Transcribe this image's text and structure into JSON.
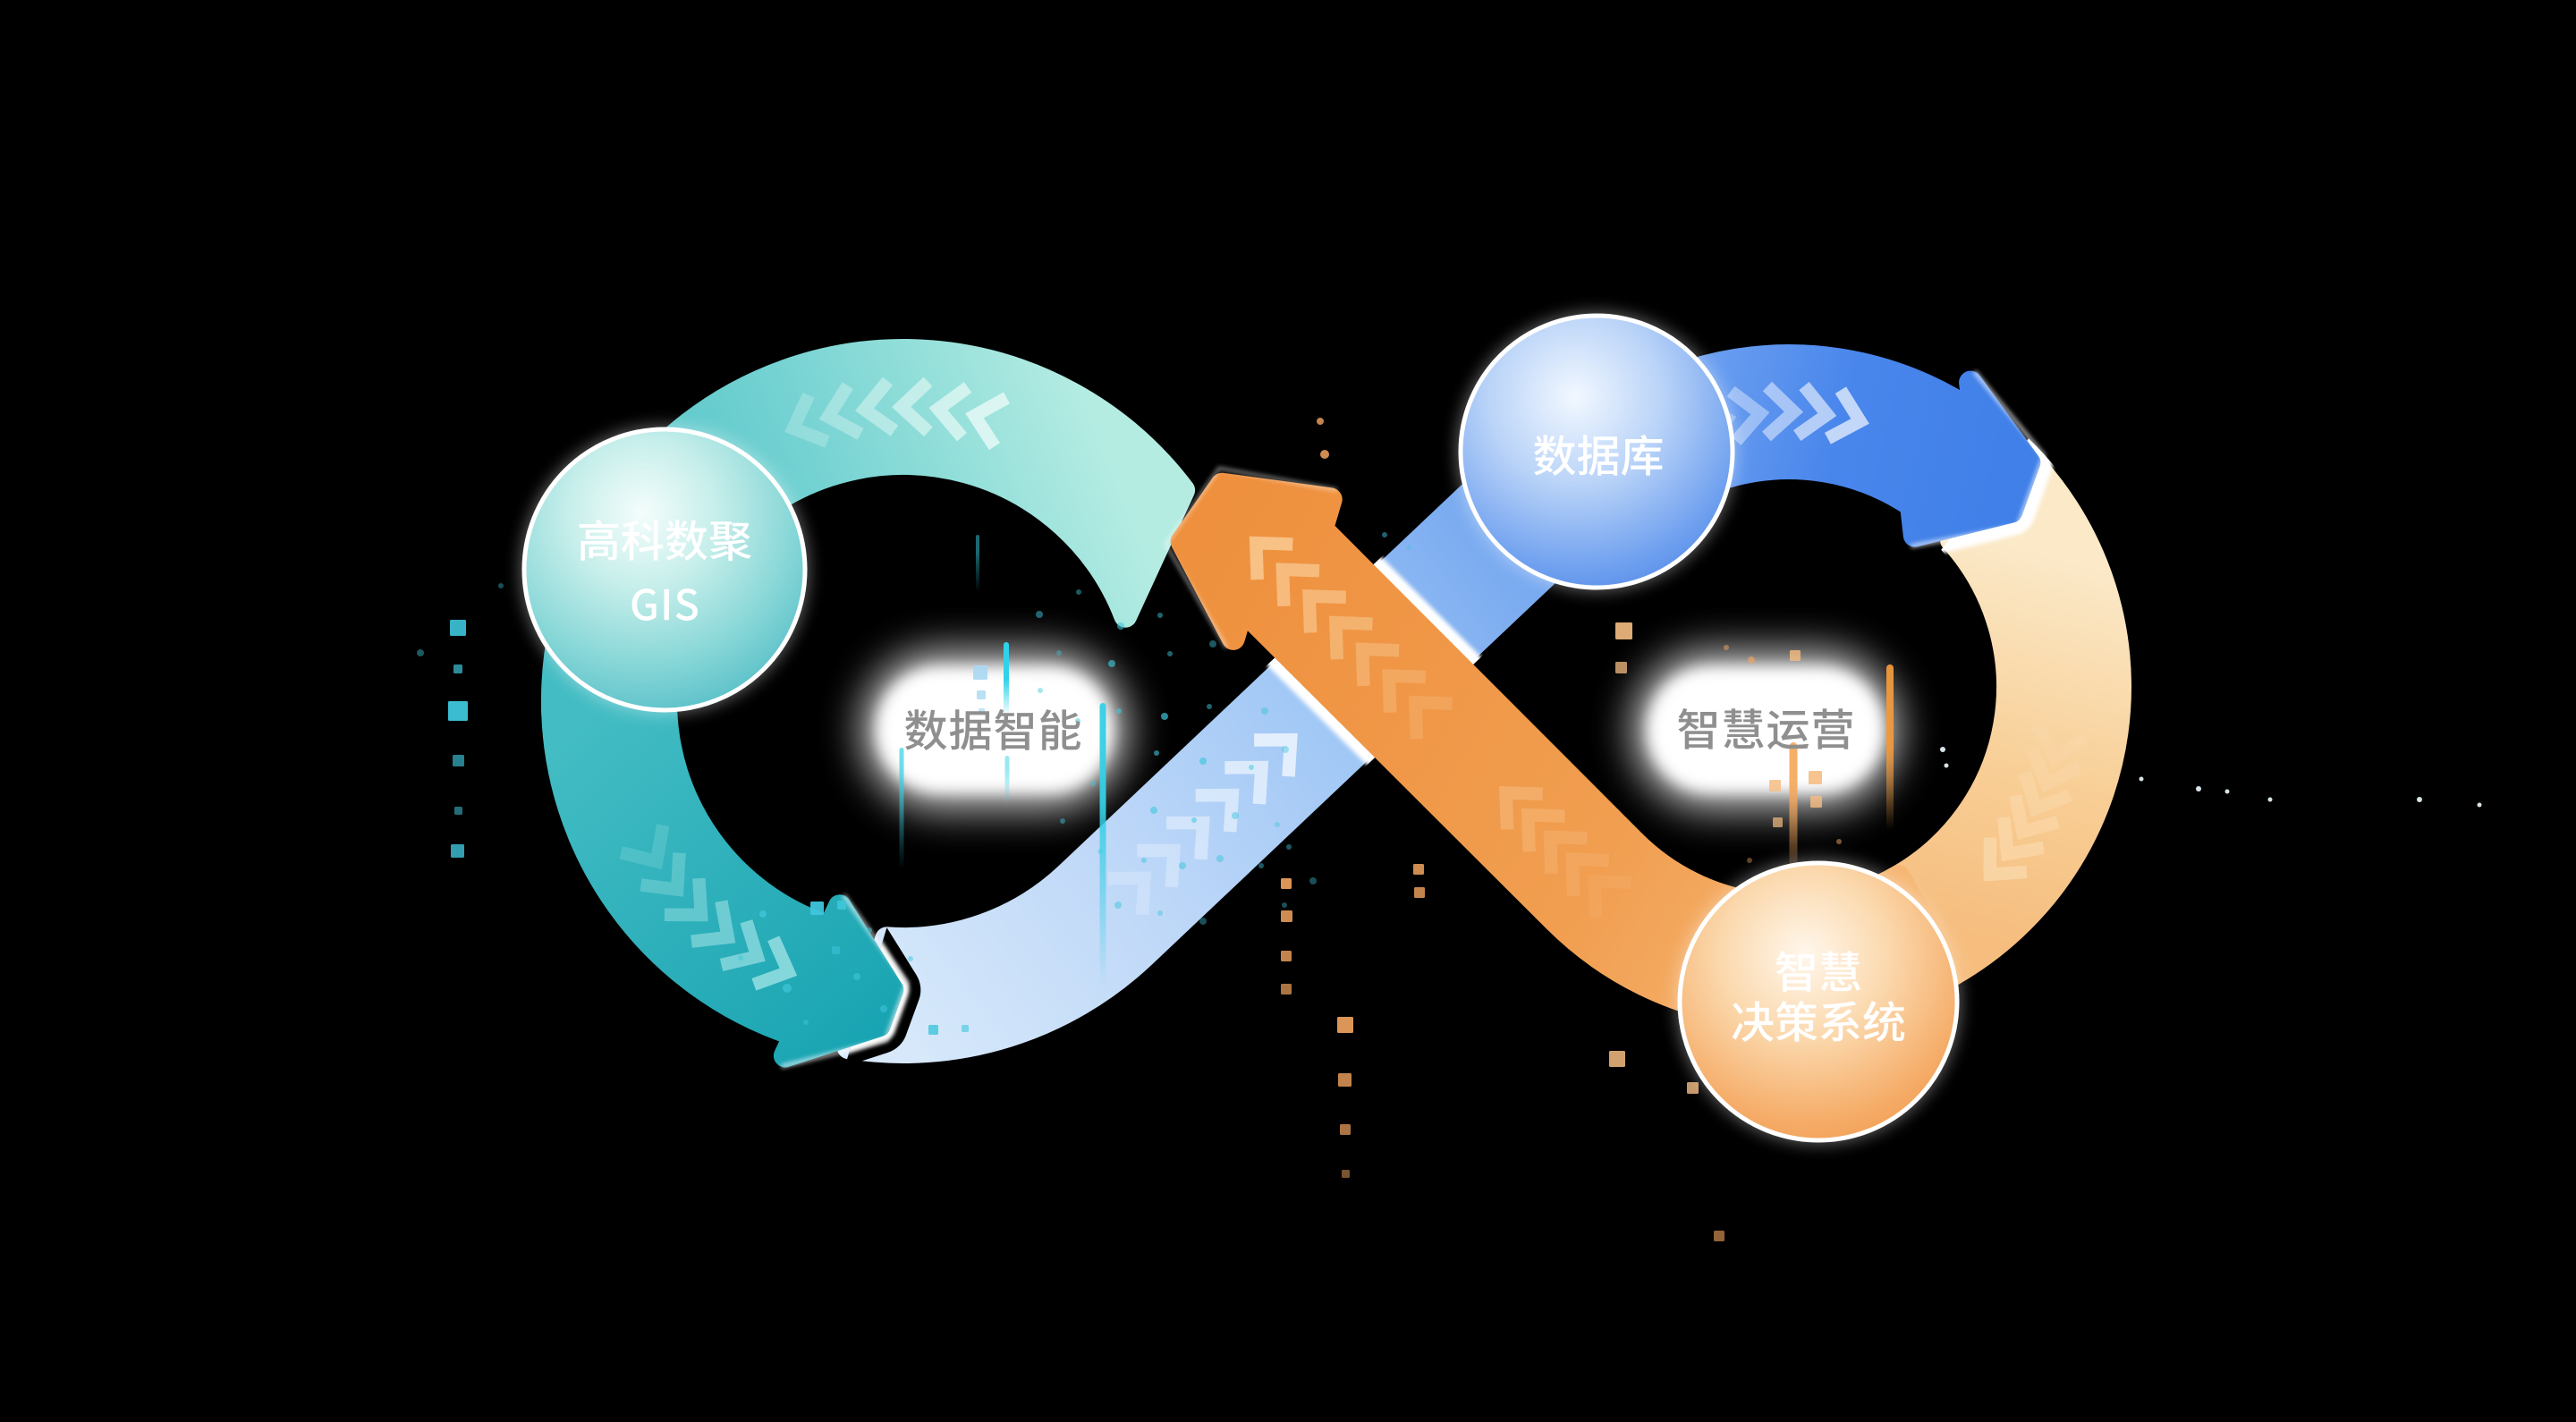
{
  "diagram": {
    "type": "infinity-loop-flow-diagram",
    "background_color": "#000000",
    "nodes": [
      {
        "id": "gis",
        "lines": [
          "高科数聚",
          "GIS"
        ],
        "sphere_color": "#3fb3c0",
        "text_color": "#ffffff"
      },
      {
        "id": "database",
        "lines": [
          "数据库"
        ],
        "sphere_color": "#4780e6",
        "text_color": "#ffffff"
      },
      {
        "id": "decision-system",
        "lines": [
          "智慧",
          "决策系统"
        ],
        "sphere_color": "#ef9a4e",
        "text_color": "#ffffff"
      }
    ],
    "stage_labels": [
      {
        "id": "data-intelligence",
        "text": "数据智能",
        "text_color": "#8f8f8f",
        "background": "#ffffff"
      },
      {
        "id": "smart-operations",
        "text": "智慧运营",
        "text_color": "#8f8f8f",
        "background": "#ffffff"
      }
    ],
    "flow_colors": {
      "left_ring_teal": [
        "#b4ece2",
        "#43bcc3",
        "#17a3b2"
      ],
      "left_bottom_blue": [
        "#d6e8fa",
        "#6fa4ef"
      ],
      "right_top_blue": [
        "#79a9f1",
        "#4080e8"
      ],
      "right_ring_orange": [
        "#fbe9c8",
        "#f2a55c",
        "#ef9140"
      ],
      "particle_teal": "#3ec6db",
      "particle_orange": "#f3a55f"
    }
  }
}
